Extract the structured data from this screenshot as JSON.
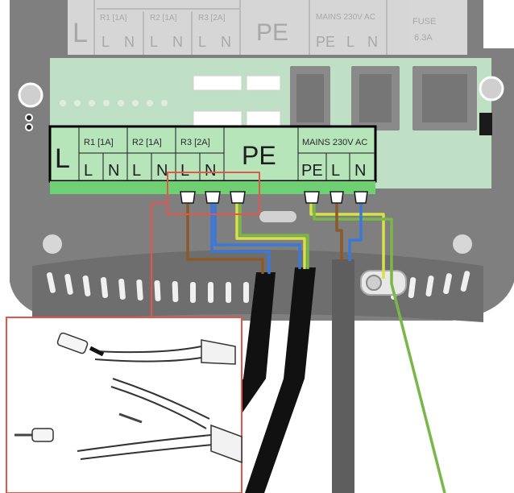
{
  "top_terminal": {
    "l": "L",
    "r1": "R1 [1A]",
    "r2": "R2 [1A]",
    "r3": "R3 [2A]",
    "pe": "PE",
    "mains": "MAINS 230V AC",
    "fuse_title": "FUSE",
    "fuse_value": "6.3A",
    "ln": [
      "L",
      "N",
      "L",
      "N",
      "L",
      "N"
    ],
    "mains_pins": [
      "PE",
      "L",
      "N"
    ]
  },
  "main_terminal": {
    "l": "L",
    "r1": "R1 [1A]",
    "r2": "R2 [1A]",
    "r3": "R3 [2A]",
    "pe": "PE",
    "mains": "MAINS 230V AC",
    "ln": [
      "L",
      "N",
      "L",
      "N",
      "L",
      "N"
    ],
    "mains_pins": [
      "PE",
      "L",
      "N"
    ]
  },
  "colors": {
    "board": "#bfe0c4",
    "terminal_green": "#6fcf73",
    "callout_red": "#e8534a",
    "wire_brown": "#8b5a2b",
    "wire_blue": "#3b78d8",
    "wire_yellow": "#d8e04a",
    "wire_green": "#7ab648",
    "housing": "#7d7d7d",
    "cable_black": "#111111",
    "cable_grey": "#5e5e5e"
  }
}
